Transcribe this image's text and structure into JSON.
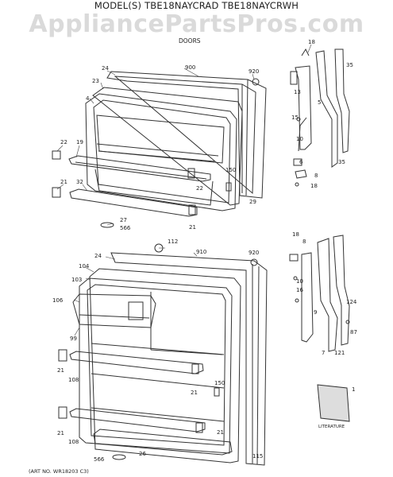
{
  "header": {
    "model_title": "MODEL(S) TBE18NAYCRAD TBE18NAYCRWH",
    "section": "DOORS",
    "watermark": "AppliancePartsPros.com"
  },
  "footer": {
    "art_no": "(ART NO. WR18203 C3)"
  },
  "literature_label": "LITERATURE",
  "callouts": {
    "c18a": "18",
    "c900": "900",
    "c920a": "920",
    "c24a": "24",
    "c23": "23",
    "c4a": "4",
    "c13": "13",
    "c35a": "35",
    "c5": "5",
    "c15": "15",
    "c22a": "22",
    "c19": "19",
    "c10a": "10",
    "c6": "6",
    "c35b": "35",
    "c8a": "8",
    "c18b": "18",
    "c150a": "150",
    "c21a": "21",
    "c32": "32",
    "c22b": "22",
    "c29": "29",
    "c27": "27",
    "c566a": "566",
    "c21b": "21",
    "c112": "112",
    "c24b": "24",
    "c910": "910",
    "c920b": "920",
    "c18c": "18",
    "c8b": "8",
    "c104": "104",
    "c103": "103",
    "c10b": "10",
    "c106": "106",
    "c16": "16",
    "c99": "99",
    "c9": "9",
    "c124": "124",
    "c87": "87",
    "c21c": "21",
    "c7": "7",
    "c121": "121",
    "c108a": "108",
    "c21d": "21",
    "c150b": "150",
    "c1": "1",
    "c21e": "21",
    "c108b": "108",
    "c21f": "21",
    "c566b": "566",
    "c26": "26",
    "c115": "115"
  }
}
